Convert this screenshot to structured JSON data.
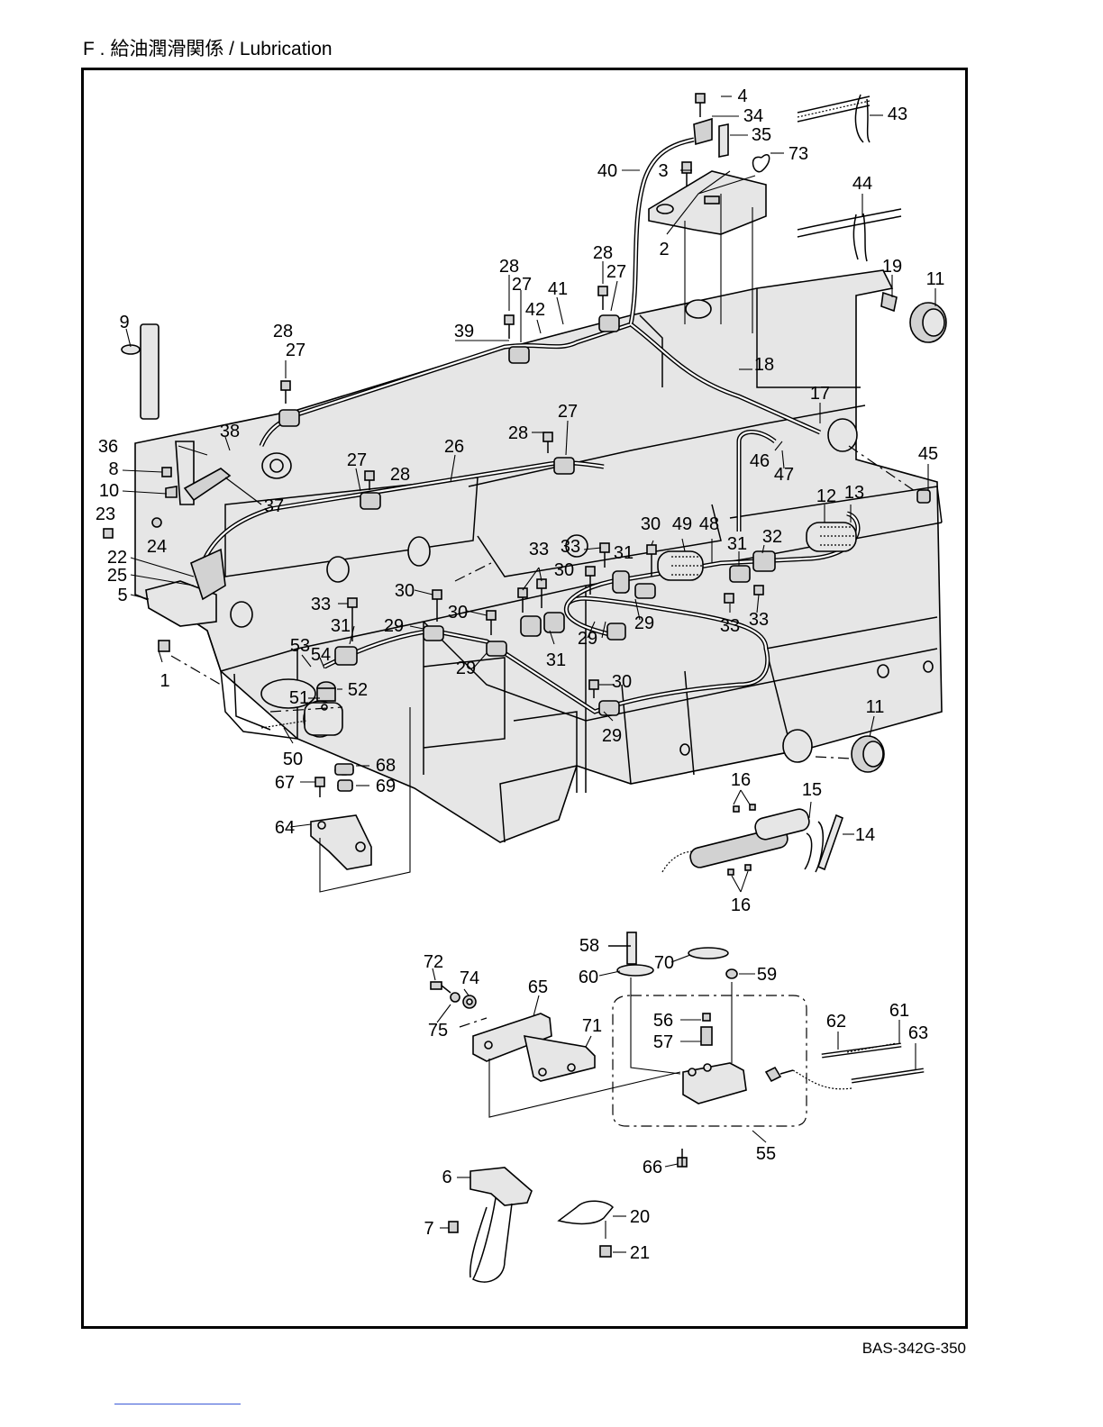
{
  "page": {
    "title": "F . 給油潤滑関係 / Lubrication",
    "doc_code": "BAS-342G-350"
  },
  "diagram": {
    "callouts": [
      "1",
      "2",
      "3",
      "4",
      "5",
      "6",
      "7",
      "8",
      "9",
      "10",
      "11",
      "12",
      "13",
      "14",
      "15",
      "16",
      "17",
      "18",
      "19",
      "20",
      "21",
      "22",
      "23",
      "24",
      "25",
      "26",
      "27",
      "28",
      "29",
      "30",
      "31",
      "32",
      "33",
      "34",
      "35",
      "36",
      "37",
      "38",
      "39",
      "40",
      "41",
      "42",
      "43",
      "44",
      "45",
      "46",
      "47",
      "48",
      "49",
      "50",
      "51",
      "52",
      "53",
      "54",
      "55",
      "56",
      "57",
      "58",
      "59",
      "60",
      "61",
      "62",
      "63",
      "64",
      "65",
      "66",
      "67",
      "68",
      "69",
      "70",
      "71",
      "72",
      "73",
      "74",
      "75"
    ]
  }
}
